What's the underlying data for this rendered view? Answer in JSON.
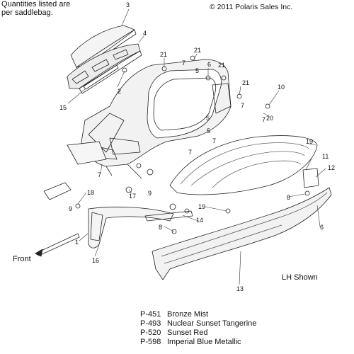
{
  "note": [
    "Quantities listed are",
    "per saddlebag."
  ],
  "copyright": "© 2011 Polaris Sales Inc.",
  "view_label": "LH Shown",
  "direction_label": "Front",
  "callouts": [
    {
      "id": "c-3",
      "label": "3"
    },
    {
      "id": "c-4",
      "label": "4"
    },
    {
      "id": "c-2",
      "label": "2"
    },
    {
      "id": "c-15",
      "label": "15"
    },
    {
      "id": "c-21a",
      "label": "21"
    },
    {
      "id": "c-21b",
      "label": "21"
    },
    {
      "id": "c-7a",
      "label": "7"
    },
    {
      "id": "c-6a",
      "label": "6"
    },
    {
      "id": "c-21c",
      "label": "21"
    },
    {
      "id": "c-5a",
      "label": "5"
    },
    {
      "id": "c-21d",
      "label": "21"
    },
    {
      "id": "c-10",
      "label": "10"
    },
    {
      "id": "c-7b",
      "label": "7"
    },
    {
      "id": "c-20",
      "label": "20"
    },
    {
      "id": "c-5b",
      "label": "5"
    },
    {
      "id": "c-7c",
      "label": "7"
    },
    {
      "id": "c-7d",
      "label": "7"
    },
    {
      "id": "c-19a",
      "label": "19"
    },
    {
      "id": "c-7e",
      "label": "7"
    },
    {
      "id": "c-5c",
      "label": "5"
    },
    {
      "id": "c-11",
      "label": "11"
    },
    {
      "id": "c-12",
      "label": "12"
    },
    {
      "id": "c-7f",
      "label": "7"
    },
    {
      "id": "c-17",
      "label": "17"
    },
    {
      "id": "c-8a",
      "label": "8"
    },
    {
      "id": "c-18",
      "label": "18"
    },
    {
      "id": "c-9a",
      "label": "9"
    },
    {
      "id": "c-9b",
      "label": "9"
    },
    {
      "id": "c-19b",
      "label": "19"
    },
    {
      "id": "c-14",
      "label": "14"
    },
    {
      "id": "c-6b",
      "label": "6"
    },
    {
      "id": "c-8b",
      "label": "8"
    },
    {
      "id": "c-1",
      "label": "1"
    },
    {
      "id": "c-16",
      "label": "16"
    },
    {
      "id": "c-13",
      "label": "13"
    }
  ],
  "colors": [
    {
      "code": "P-451",
      "name": "Bronze Mist"
    },
    {
      "code": "P-493",
      "name": "Nuclear Sunset Tangerine"
    },
    {
      "code": "P-520",
      "name": "Sunset Red"
    },
    {
      "code": "P-598",
      "name": "Imperial Blue Metallic"
    }
  ]
}
